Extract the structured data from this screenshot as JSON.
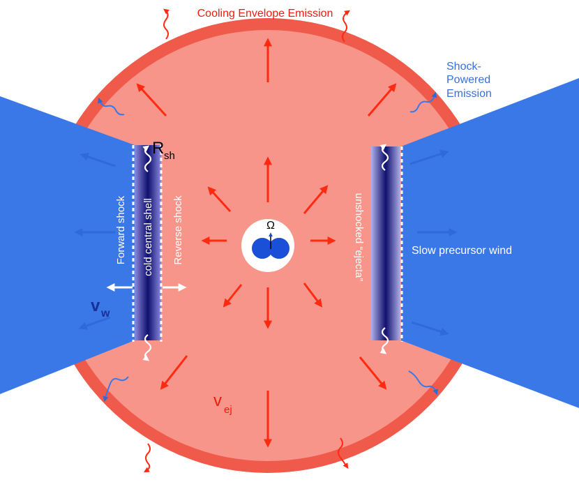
{
  "labels": {
    "cooling_envelope": "Cooling Envelope Emission",
    "shock_powered": [
      "Shock-",
      "Powered",
      "Emission"
    ],
    "r_sh_main": "R",
    "r_sh_sub": "sh",
    "forward_shock": "Forward shock",
    "cold_central_shell": "cold central shell",
    "reverse_shock": "Reverse shock",
    "unshocked_ejecta": "unshocked “ejecta”",
    "slow_precursor_wind": "Slow precursor wind",
    "v_w_main": "v",
    "v_w_sub": "w",
    "v_ej_main": "v",
    "v_ej_sub": "ej",
    "omega": "Ω"
  },
  "colors": {
    "envelope_ring": "#f05a4a",
    "envelope_fill": "#f8958a",
    "wind": "#3a78e8",
    "shell_dark": "#15157a",
    "arrow_red": "#ff2a10",
    "emission_blue": "#3a78e8",
    "text_red": "#ee1c0c",
    "text_blue": "#3a6fe0",
    "binary": "#1a4fd8"
  },
  "icons": {
    "arrow_outflow": "arrow-right",
    "emission_photon": "wavy-arrow",
    "binary_star": "two-circles"
  }
}
